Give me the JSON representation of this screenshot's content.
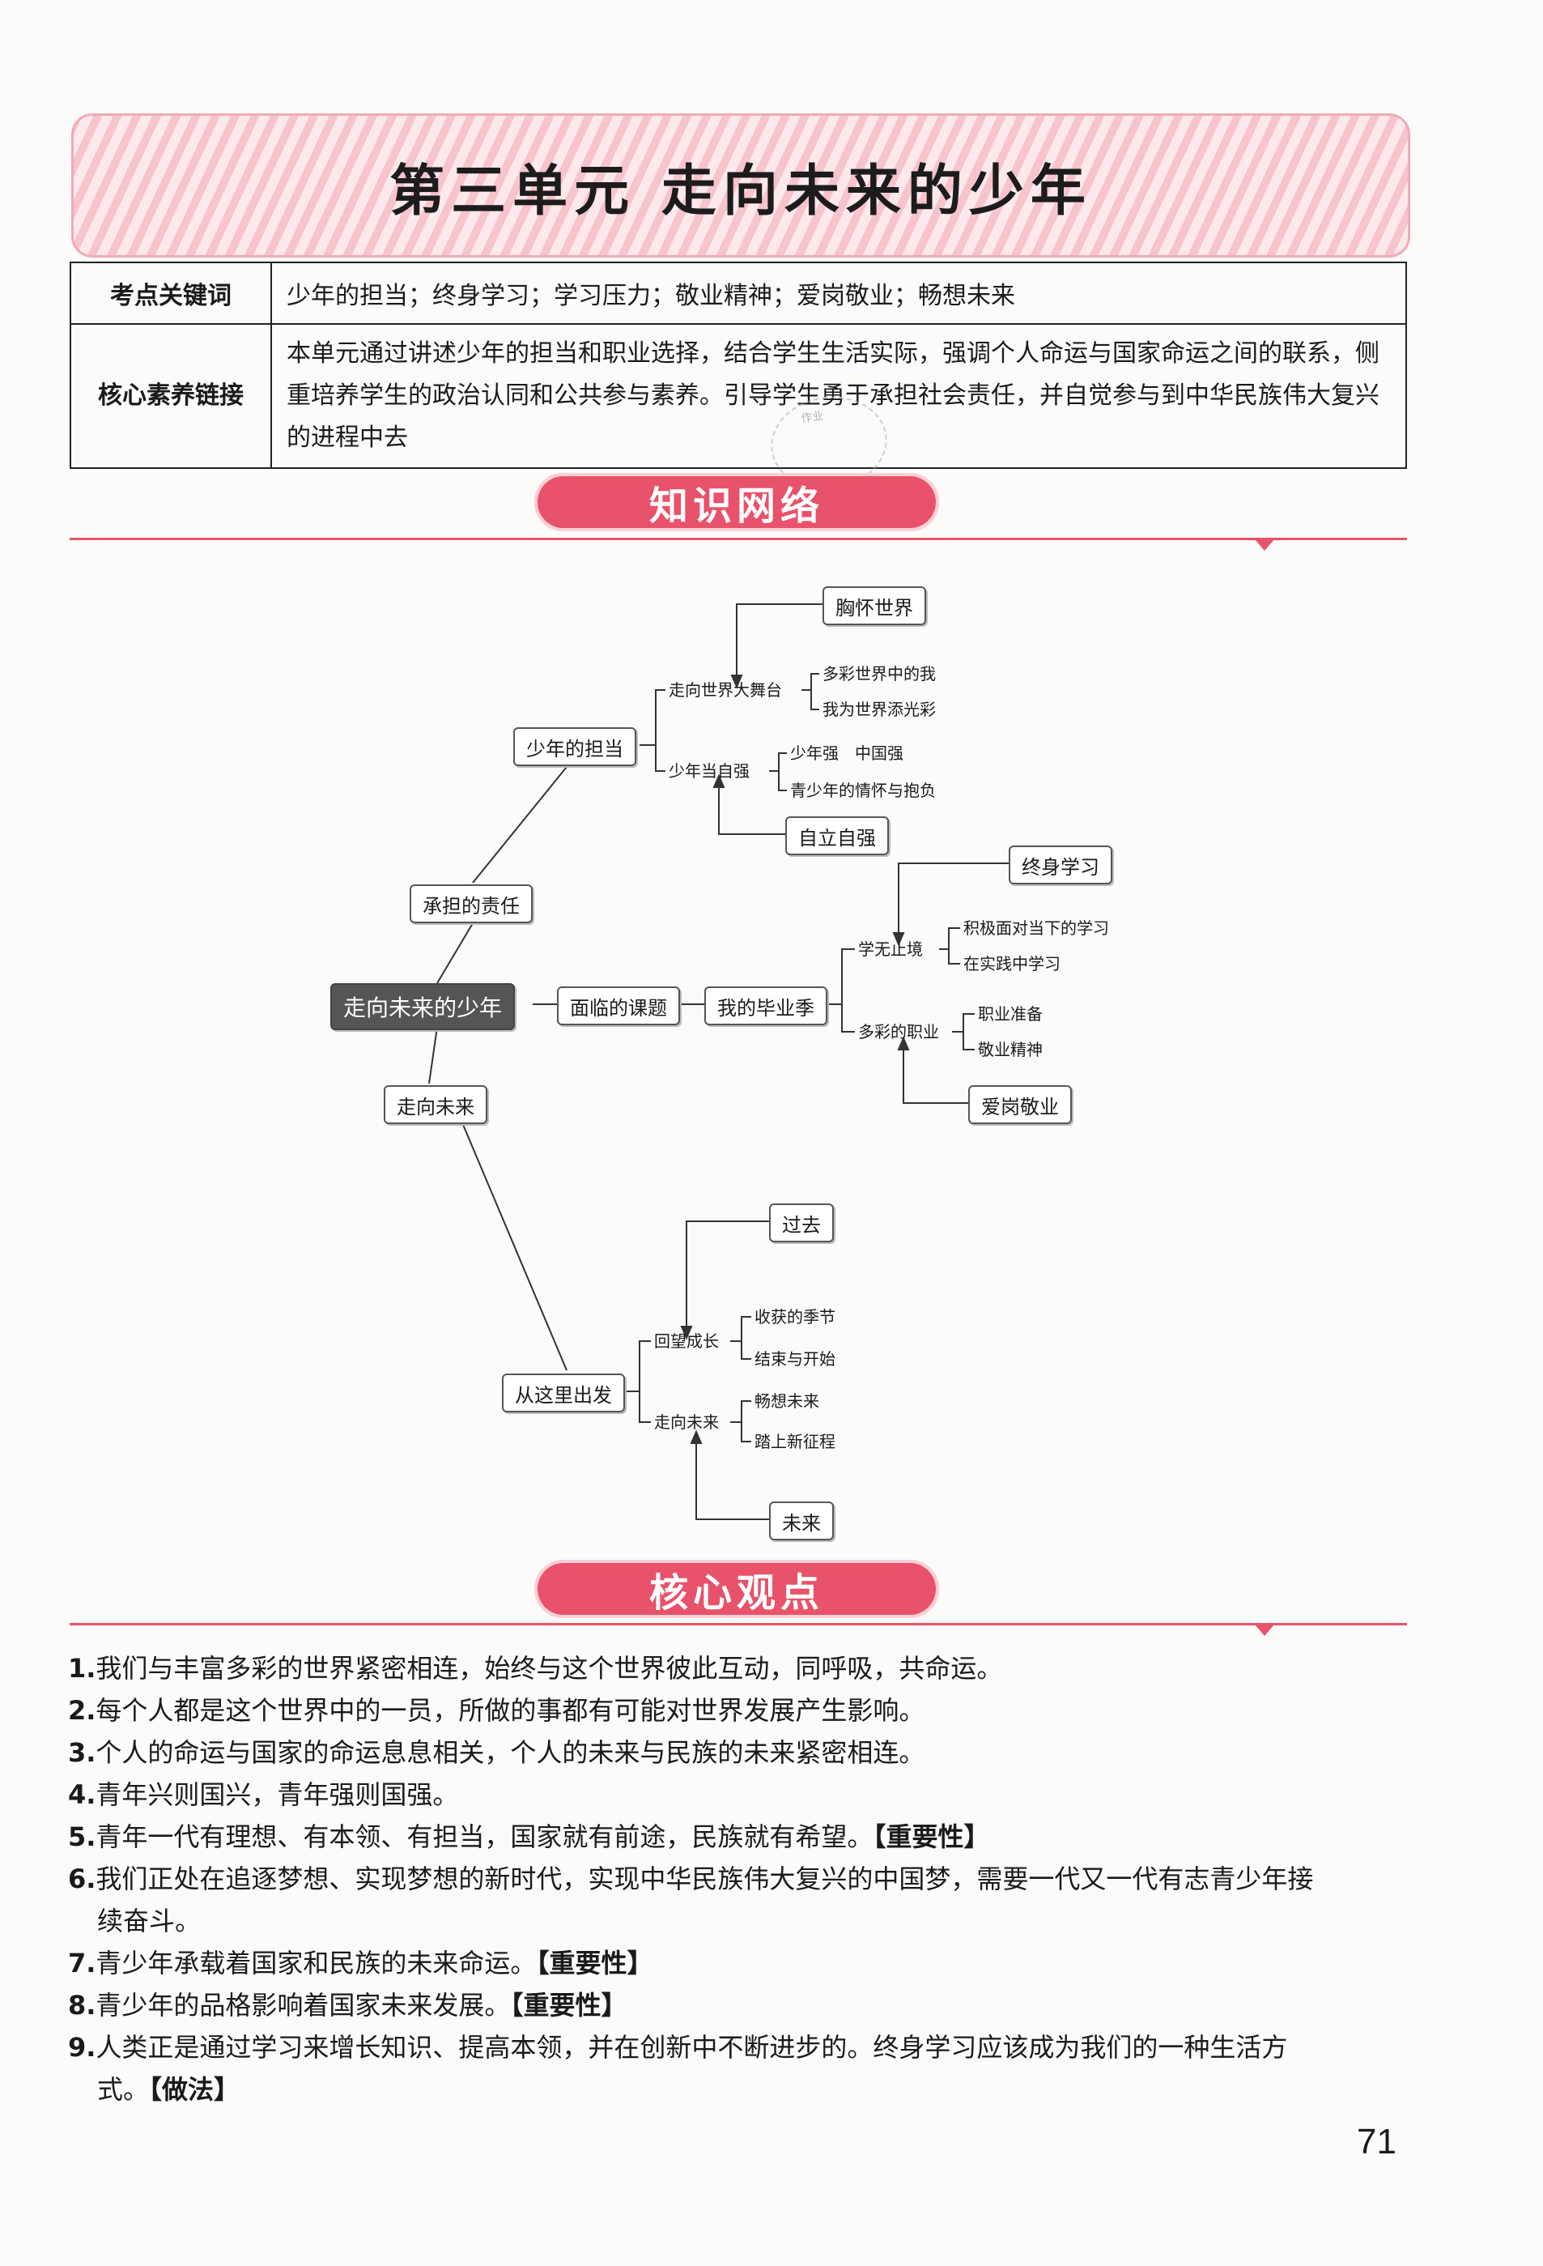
{
  "unit_title": "第三单元 走向未来的少年",
  "table": {
    "keywords_header": "考点关键词",
    "keywords": "少年的担当；终身学习；学习压力；敬业精神；爱岗敬业；畅想未来",
    "core_header": "核心素养链接",
    "core_text": "本单元通过讲述少年的担当和职业选择，结合学生生活实际，强调个人命运与国家命运之间的联系，侧重培养学生的政治认同和公共参与素养。引导学生勇于承担社会责任，并自觉参与到中华民族伟大复兴的进程中去"
  },
  "sections": {
    "network": "知识网络",
    "core_views": "核心观点"
  },
  "mindmap": {
    "root": "走向未来的少年",
    "responsibility": "承担的责任",
    "topic": "面临的课题",
    "future": "走向未来",
    "youth_duty": "少年的担当",
    "graduation": "我的毕业季",
    "start": "从这里出发",
    "world_stage": "走向世界大舞台",
    "self_strong": "少年当自强",
    "chest_world": "胸怀世界",
    "colorful_me": "多彩世界中的我",
    "add_color": "我为世界添光彩",
    "strong_country": "少年强　中国强",
    "youth_ambition": "青少年的情怀与抱负",
    "self_reliance": "自立自强",
    "endless_learning": "学无止境",
    "lifelong": "终身学习",
    "face_now": "积极面对当下的学习",
    "practice": "在实践中学习",
    "careers": "多彩的职业",
    "career_prep": "职业准备",
    "dedication": "敬业精神",
    "love_job": "爱岗敬业",
    "look_back": "回望成长",
    "past": "过去",
    "harvest": "收获的季节",
    "end_start": "结束与开始",
    "walk_future": "走向未来",
    "imagine": "畅想未来",
    "new_journey": "踏上新征程",
    "future_box": "未来"
  },
  "points": [
    {
      "n": "1.",
      "t": "我们与丰富多彩的世界紧密相连，始终与这个世界彼此互动，同呼吸，共命运。",
      "tag": ""
    },
    {
      "n": "2.",
      "t": "每个人都是这个世界中的一员，所做的事都有可能对世界发展产生影响。",
      "tag": ""
    },
    {
      "n": "3.",
      "t": "个人的命运与国家的命运息息相关，个人的未来与民族的未来紧密相连。",
      "tag": ""
    },
    {
      "n": "4.",
      "t": "青年兴则国兴，青年强则国强。",
      "tag": ""
    },
    {
      "n": "5.",
      "t": "青年一代有理想、有本领、有担当，国家就有前途，民族就有希望。",
      "tag": "【重要性】"
    },
    {
      "n": "6.",
      "t": "我们正处在追逐梦想、实现梦想的新时代，实现中华民族伟大复兴的中国梦，需要一代又一代有志青少年接",
      "cont": "续奋斗。",
      "tag": ""
    },
    {
      "n": "7.",
      "t": "青少年承载着国家和民族的未来命运。",
      "tag": "【重要性】"
    },
    {
      "n": "8.",
      "t": "青少年的品格影响着国家未来发展。",
      "tag": "【重要性】"
    },
    {
      "n": "9.",
      "t": "人类正是通过学习来增长知识、提高本领，并在创新中不断进步的。终身学习应该成为我们的一种生活方",
      "cont": "式。",
      "tag": "【做法】"
    }
  ],
  "page_number": "71",
  "stamp_text": "作业"
}
